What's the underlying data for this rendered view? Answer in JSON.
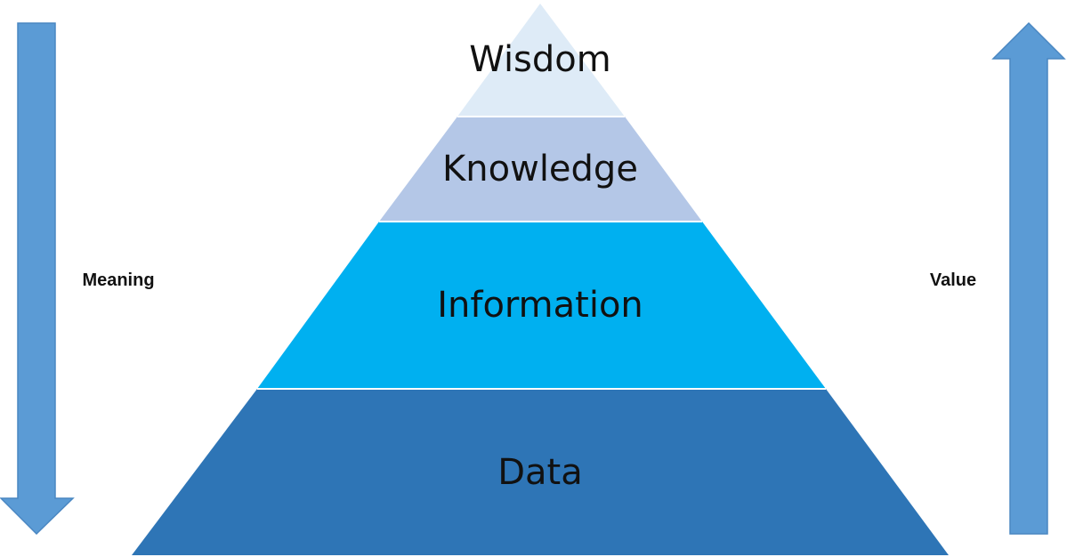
{
  "pyramid": {
    "tiers": [
      {
        "label": "Wisdom",
        "color": "#deebf7"
      },
      {
        "label": "Knowledge",
        "color": "#b4c7e7"
      },
      {
        "label": "Information",
        "color": "#00b0f0"
      },
      {
        "label": "Data",
        "color": "#2e75b6"
      }
    ]
  },
  "arrows": {
    "left": {
      "label": "Meaning",
      "direction": "down",
      "color": "#5b9bd5",
      "icon": "arrow-down-icon"
    },
    "right": {
      "label": "Value",
      "direction": "up",
      "color": "#5b9bd5",
      "icon": "arrow-up-icon"
    }
  },
  "colors": {
    "arrow_stroke": "#4a87c2",
    "tier_separator": "#ffffff"
  }
}
